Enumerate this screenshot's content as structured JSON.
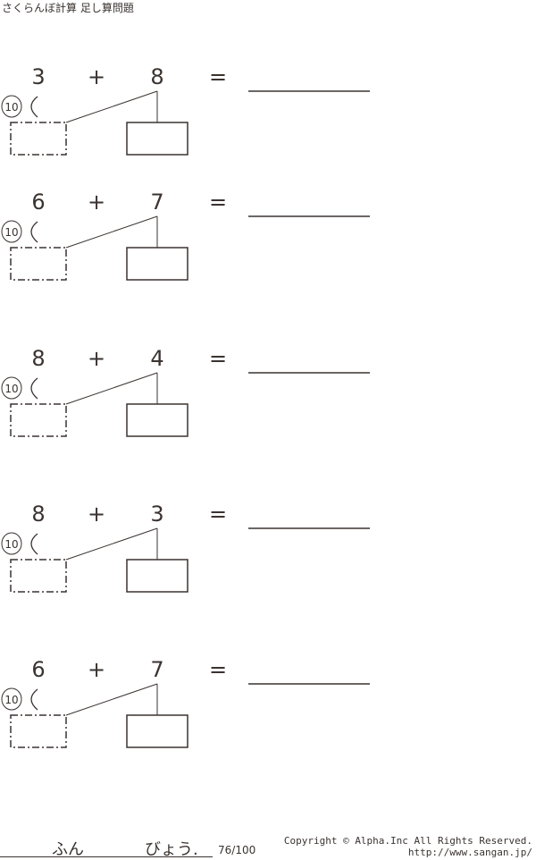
{
  "title": "さくらんぼ計算 足し算問題",
  "operators": {
    "plus": "+",
    "equals": "="
  },
  "circle_label": "10",
  "problems": [
    {
      "a": "3",
      "b": "8"
    },
    {
      "a": "6",
      "b": "7"
    },
    {
      "a": "8",
      "b": "4"
    },
    {
      "a": "8",
      "b": "3"
    },
    {
      "a": "6",
      "b": "7"
    }
  ],
  "footer": {
    "minutes": "ふん",
    "seconds": "びょう.",
    "score": "76/100",
    "copyright": "Copyright ©  Alpha.Inc All Rights Reserved.",
    "url": "http://www.sangan.jp/"
  }
}
